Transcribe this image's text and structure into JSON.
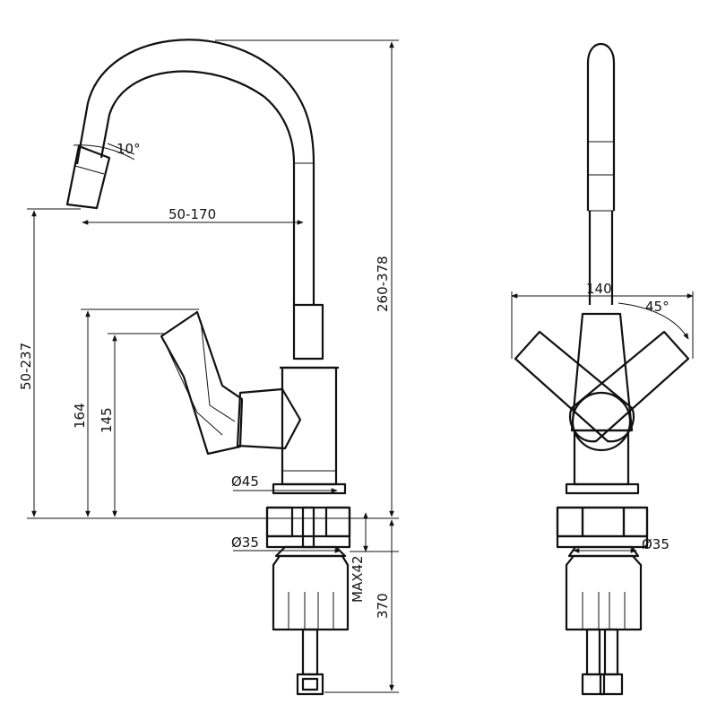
{
  "dimensions": {
    "spray_angle": "10°",
    "reach": "50-170",
    "total_height": "260-378",
    "spout_height": "50-237",
    "handle_height_1": "164",
    "handle_height_2": "145",
    "body_diameter": "Ø45",
    "mount_diameter_side": "Ø35",
    "mount_diameter_front": "Ø35",
    "max_thickness": "MAX42",
    "hose_length": "370",
    "handle_span": "140",
    "handle_angle": "45°"
  }
}
